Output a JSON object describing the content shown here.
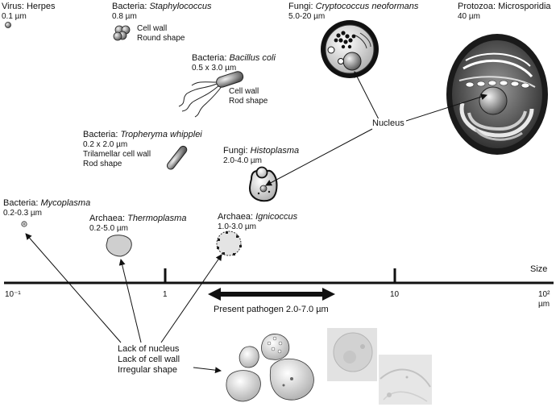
{
  "organisms": {
    "herpes": {
      "group": "Virus: ",
      "name": "Herpes",
      "size": "0.1 µm"
    },
    "staph": {
      "group": "Bacteria: ",
      "name": "Staphylococcus",
      "size": "0.8 µm",
      "feature1": "Cell wall",
      "feature2": "Round shape"
    },
    "crypto": {
      "group": "Fungi: ",
      "name": "Cryptococcus neoformans",
      "size": "5.0-20 µm"
    },
    "microsporidia": {
      "group": "Protozoa: ",
      "name": "Microsporidia",
      "size": "40 µm"
    },
    "bacillus": {
      "group": "Bacteria: ",
      "name": "Bacillus coli",
      "size": "0.5 x 3.0 µm",
      "feature1": "Cell wall",
      "feature2": "Rod shape"
    },
    "tropheryma": {
      "group": "Bacteria: ",
      "name": "Tropheryma whipplei",
      "size": "0.2 x 2.0 µm",
      "feature1": "Trilamellar cell wall",
      "feature2": "Rod shape"
    },
    "histoplasma": {
      "group": "Fungi: ",
      "name": "Histoplasma",
      "size": "2.0-4.0 µm"
    },
    "mycoplasma": {
      "group": "Bacteria: ",
      "name": "Mycoplasma",
      "size": "0.2-0.3 µm"
    },
    "thermoplasma": {
      "group": "Archaea: ",
      "name": "Thermoplasma",
      "size": "0.2-5.0 µm"
    },
    "ignicoccus": {
      "group": "Archaea: ",
      "name": "Ignicoccus",
      "size": "1.0-3.0 µm"
    }
  },
  "nucleus_label": "Nucleus",
  "axis": {
    "title": "Size",
    "tick_min": "10⁻¹",
    "tick_1": "1",
    "tick_10": "10",
    "tick_max": "10²",
    "unit": "µm"
  },
  "pathogen_range": "Present pathogen 2.0-7.0 µm",
  "present_pathogen": {
    "line1": "Lack of nucleus",
    "line2": "Lack of cell wall",
    "line3": "Irregular shape"
  }
}
